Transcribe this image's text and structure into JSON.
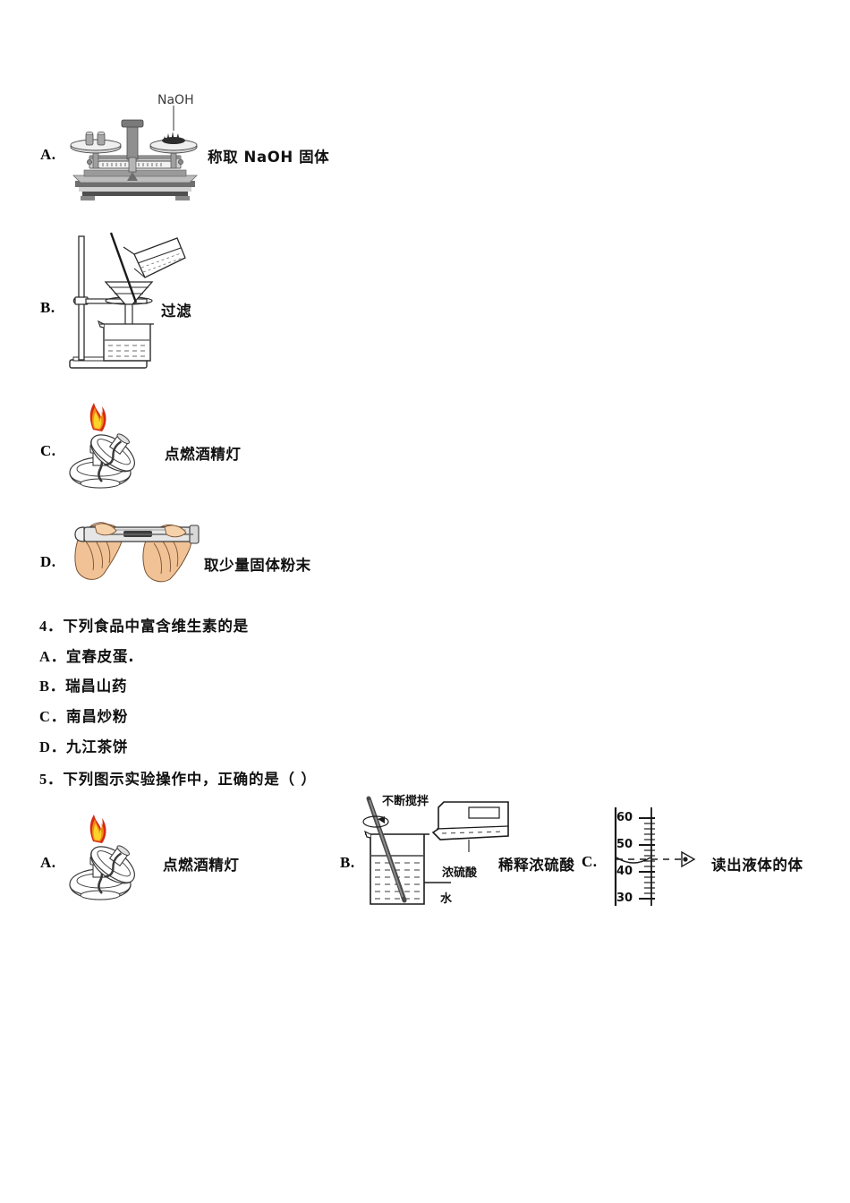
{
  "document": {
    "type": "exam-paper",
    "language": "zh-CN"
  },
  "question3": {
    "options": [
      {
        "letter": "A.",
        "caption": "称取 NaOH 固体",
        "figure": "balance-scale",
        "annotation": "NaOH"
      },
      {
        "letter": "B.",
        "caption": "过滤",
        "figure": "filtration-apparatus"
      },
      {
        "letter": "C.",
        "caption": "点燃酒精灯",
        "figure": "lighting-alcohol-lamp"
      },
      {
        "letter": "D.",
        "caption": "取少量固体粉末",
        "figure": "test-tube-in-hands"
      }
    ]
  },
  "question4": {
    "stem_number": "4．",
    "stem_text": "下列食品中富含维生素的是",
    "options": [
      {
        "letter": "A．",
        "text": "宜春皮蛋."
      },
      {
        "letter": "B．",
        "text": "瑞昌山药"
      },
      {
        "letter": "C．",
        "text": "南昌炒粉"
      },
      {
        "letter": "D．",
        "text": "九江茶饼"
      }
    ]
  },
  "question5": {
    "stem_number": "5．",
    "stem_text": "下列图示实验操作中，正确的是（ ）",
    "options": [
      {
        "letter": "A.",
        "caption": "点燃酒精灯",
        "figure": "lighting-alcohol-lamp"
      },
      {
        "letter": "B.",
        "caption": "稀释浓硫酸",
        "figure": "diluting-concentrated-sulfuric-acid",
        "annotations": {
          "stir": "不断搅拌",
          "acid": "浓硫酸",
          "water": "水"
        }
      },
      {
        "letter": "C.",
        "caption": "读出液体的体",
        "figure": "graduated-cylinder-reading",
        "scale_ticks": [
          "60",
          "50",
          "40",
          "30"
        ]
      }
    ]
  },
  "colors": {
    "text": "#111111",
    "flame_outer": "#d42a16",
    "flame_mid": "#f08a12",
    "flame_inner": "#fbd32b",
    "skin": "#f0c295",
    "skin_shadow": "#d9a673",
    "metal_dark": "#4a4a4a",
    "metal_mid": "#8d8d8d",
    "metal_light": "#c9c9c9",
    "glass_stroke": "#2b2b2b"
  }
}
